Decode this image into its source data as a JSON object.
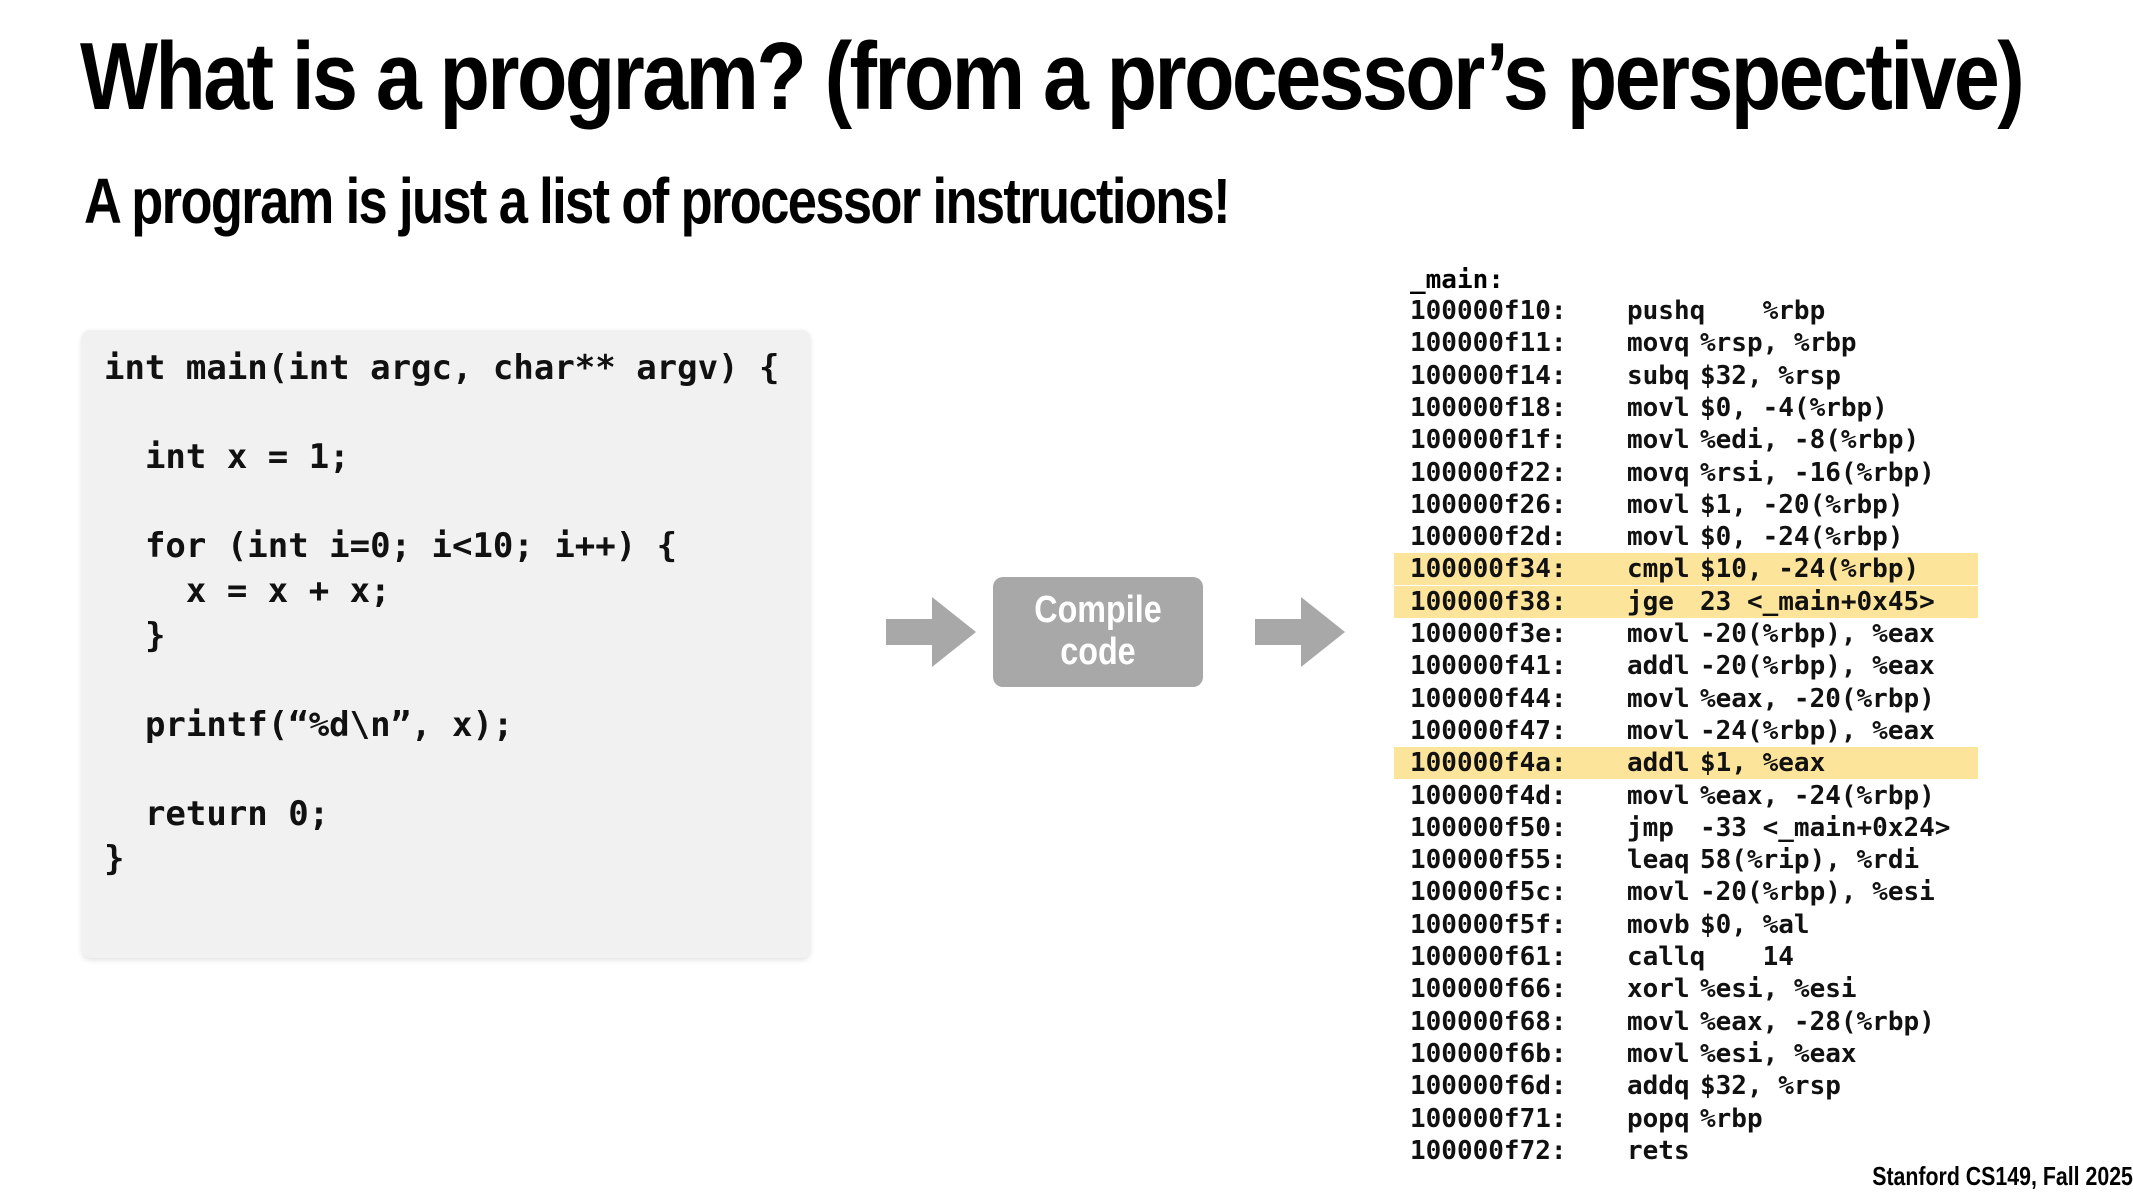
{
  "title": "What is a program? (from a processor’s perspective)",
  "subtitle": "A program is just a list of processor instructions!",
  "source_code": [
    "int main(int argc, char** argv) {",
    "",
    "  int x = 1;",
    "",
    "  for (int i=0; i<10; i++) {",
    "    x = x + x;",
    "  }",
    "",
    "  printf(“%d\\n”, x);",
    "",
    "  return 0;",
    "}"
  ],
  "compile_label": "Compile\ncode",
  "arrow_color": "#a8a8a8",
  "highlight_color": "#fce49b",
  "assembly": {
    "header": "_main:",
    "instructions": [
      {
        "addr": "100000f10:",
        "op": "pushq",
        "args": "    %rbp",
        "highlight": false
      },
      {
        "addr": "100000f11:",
        "op": "movq",
        "args": "%rsp, %rbp",
        "highlight": false
      },
      {
        "addr": "100000f14:",
        "op": "subq",
        "args": "$32, %rsp",
        "highlight": false
      },
      {
        "addr": "100000f18:",
        "op": "movl",
        "args": "$0, -4(%rbp)",
        "highlight": false
      },
      {
        "addr": "100000f1f:",
        "op": "movl",
        "args": "%edi, -8(%rbp)",
        "highlight": false
      },
      {
        "addr": "100000f22:",
        "op": "movq",
        "args": "%rsi, -16(%rbp)",
        "highlight": false
      },
      {
        "addr": "100000f26:",
        "op": "movl",
        "args": "$1, -20(%rbp)",
        "highlight": false
      },
      {
        "addr": "100000f2d:",
        "op": "movl",
        "args": "$0, -24(%rbp)",
        "highlight": false
      },
      {
        "addr": "100000f34:",
        "op": "cmpl",
        "args": "$10, -24(%rbp)",
        "highlight": true
      },
      {
        "addr": "100000f38:",
        "op": "jge",
        "args": "23 <_main+0x45>",
        "highlight": true
      },
      {
        "addr": "100000f3e:",
        "op": "movl",
        "args": "-20(%rbp), %eax",
        "highlight": false
      },
      {
        "addr": "100000f41:",
        "op": "addl",
        "args": "-20(%rbp), %eax",
        "highlight": false
      },
      {
        "addr": "100000f44:",
        "op": "movl",
        "args": "%eax, -20(%rbp)",
        "highlight": false
      },
      {
        "addr": "100000f47:",
        "op": "movl",
        "args": "-24(%rbp), %eax",
        "highlight": false
      },
      {
        "addr": "100000f4a:",
        "op": "addl",
        "args": "$1, %eax",
        "highlight": true
      },
      {
        "addr": "100000f4d:",
        "op": "movl",
        "args": "%eax, -24(%rbp)",
        "highlight": false
      },
      {
        "addr": "100000f50:",
        "op": "jmp",
        "args": "-33 <_main+0x24>",
        "highlight": false
      },
      {
        "addr": "100000f55:",
        "op": "leaq",
        "args": "58(%rip), %rdi",
        "highlight": false
      },
      {
        "addr": "100000f5c:",
        "op": "movl",
        "args": "-20(%rbp), %esi",
        "highlight": false
      },
      {
        "addr": "100000f5f:",
        "op": "movb",
        "args": "$0, %al",
        "highlight": false
      },
      {
        "addr": "100000f61:",
        "op": "callq",
        "args": "    14",
        "highlight": false
      },
      {
        "addr": "100000f66:",
        "op": "xorl",
        "args": "%esi, %esi",
        "highlight": false
      },
      {
        "addr": "100000f68:",
        "op": "movl",
        "args": "%eax, -28(%rbp)",
        "highlight": false
      },
      {
        "addr": "100000f6b:",
        "op": "movl",
        "args": "%esi, %eax",
        "highlight": false
      },
      {
        "addr": "100000f6d:",
        "op": "addq",
        "args": "$32, %rsp",
        "highlight": false
      },
      {
        "addr": "100000f71:",
        "op": "popq",
        "args": "%rbp",
        "highlight": false
      },
      {
        "addr": "100000f72:",
        "op": "rets",
        "args": "",
        "highlight": false
      }
    ]
  },
  "footer": "Stanford CS149, Fall 2025"
}
